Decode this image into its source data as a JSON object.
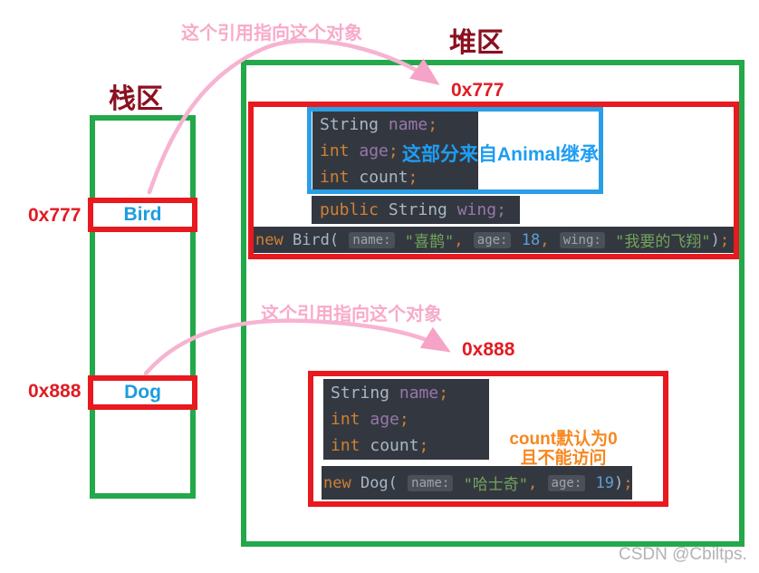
{
  "titles": {
    "stack": "栈区",
    "heap": "堆区"
  },
  "annotations": {
    "ref_bird": "这个引用指向这个对象",
    "ref_dog": "这个引用指向这个对象",
    "inherit": "这部分来自Animal继承",
    "count_note_line1": "count默认为0",
    "count_note_line2": "且不能访问"
  },
  "stack": {
    "bird": {
      "address": "0x777",
      "label": "Bird"
    },
    "dog": {
      "address": "0x888",
      "label": "Dog"
    }
  },
  "heap": {
    "bird": {
      "address": "0x777",
      "code": {
        "fields": [
          [
            [
              "ty",
              "String "
            ],
            [
              "fl",
              "name"
            ],
            [
              "kw",
              ";"
            ]
          ],
          [
            [
              "kw",
              "int "
            ],
            [
              "fl",
              "age"
            ],
            [
              "kw",
              ";"
            ]
          ],
          [
            [
              "kw",
              "int "
            ],
            [
              "pl",
              "count"
            ],
            [
              "kw",
              ";"
            ]
          ]
        ],
        "wing": [
          [
            "kw",
            "public "
          ],
          [
            "ty",
            "String "
          ],
          [
            "fl",
            "wing"
          ],
          [
            "fls",
            ";"
          ]
        ],
        "ctor": [
          [
            "kw",
            "new "
          ],
          [
            "pl",
            "Bird"
          ],
          [
            "pl",
            "( "
          ],
          [
            "hint",
            "name:"
          ],
          [
            "pl",
            " "
          ],
          [
            "str",
            "\"喜鹊\""
          ],
          [
            "kw",
            ", "
          ],
          [
            "hint",
            "age:"
          ],
          [
            "pl",
            " "
          ],
          [
            "num",
            "18"
          ],
          [
            "kw",
            ", "
          ],
          [
            "hint",
            "wing:"
          ],
          [
            "pl",
            " "
          ],
          [
            "str",
            "\"我要的飞翔\""
          ],
          [
            "pl",
            ")"
          ],
          [
            "kw",
            ";"
          ]
        ]
      }
    },
    "dog": {
      "address": "0x888",
      "code": {
        "fields": [
          [
            [
              "ty",
              "String "
            ],
            [
              "fl",
              "name"
            ],
            [
              "kw",
              ";"
            ]
          ],
          [
            [
              "kw",
              "int "
            ],
            [
              "fl",
              "age"
            ],
            [
              "kw",
              ";"
            ]
          ],
          [
            [
              "kw",
              "int "
            ],
            [
              "pl",
              "count"
            ],
            [
              "kw",
              ";"
            ]
          ]
        ],
        "ctor": [
          [
            "kw",
            "new "
          ],
          [
            "pl",
            "Dog"
          ],
          [
            "pl",
            "( "
          ],
          [
            "hint",
            "name:"
          ],
          [
            "pl",
            " "
          ],
          [
            "str",
            "\"哈士奇\""
          ],
          [
            "kw",
            ", "
          ],
          [
            "hint",
            "age:"
          ],
          [
            "pl",
            " "
          ],
          [
            "num",
            "19"
          ],
          [
            "pl",
            ")"
          ],
          [
            "kw",
            ";"
          ]
        ]
      }
    }
  },
  "watermark": "CSDN @Cbiltps.",
  "colors": {
    "region_border_green": "#23a84a",
    "object_border_red": "#e8191f",
    "address_red": "#e21b22",
    "title_maroon": "#8b1020",
    "reference_blue": "#1c9ce0",
    "inherit_text_blue": "#1e9df2",
    "inherit_outline_blue": "#2b9fe6",
    "annotation_pink": "#f8aac9",
    "arrow_pink": "#f7b3d1",
    "note_orange": "#f6881f",
    "code_background": "#333840",
    "code_keyword_orange": "#d08033",
    "code_field_purple": "#9876aa",
    "code_plain_gray": "#aab6c4",
    "code_string_green": "#74a35c",
    "code_number_blue": "#5b9fd8",
    "watermark_gray": "#b3b3b3"
  }
}
